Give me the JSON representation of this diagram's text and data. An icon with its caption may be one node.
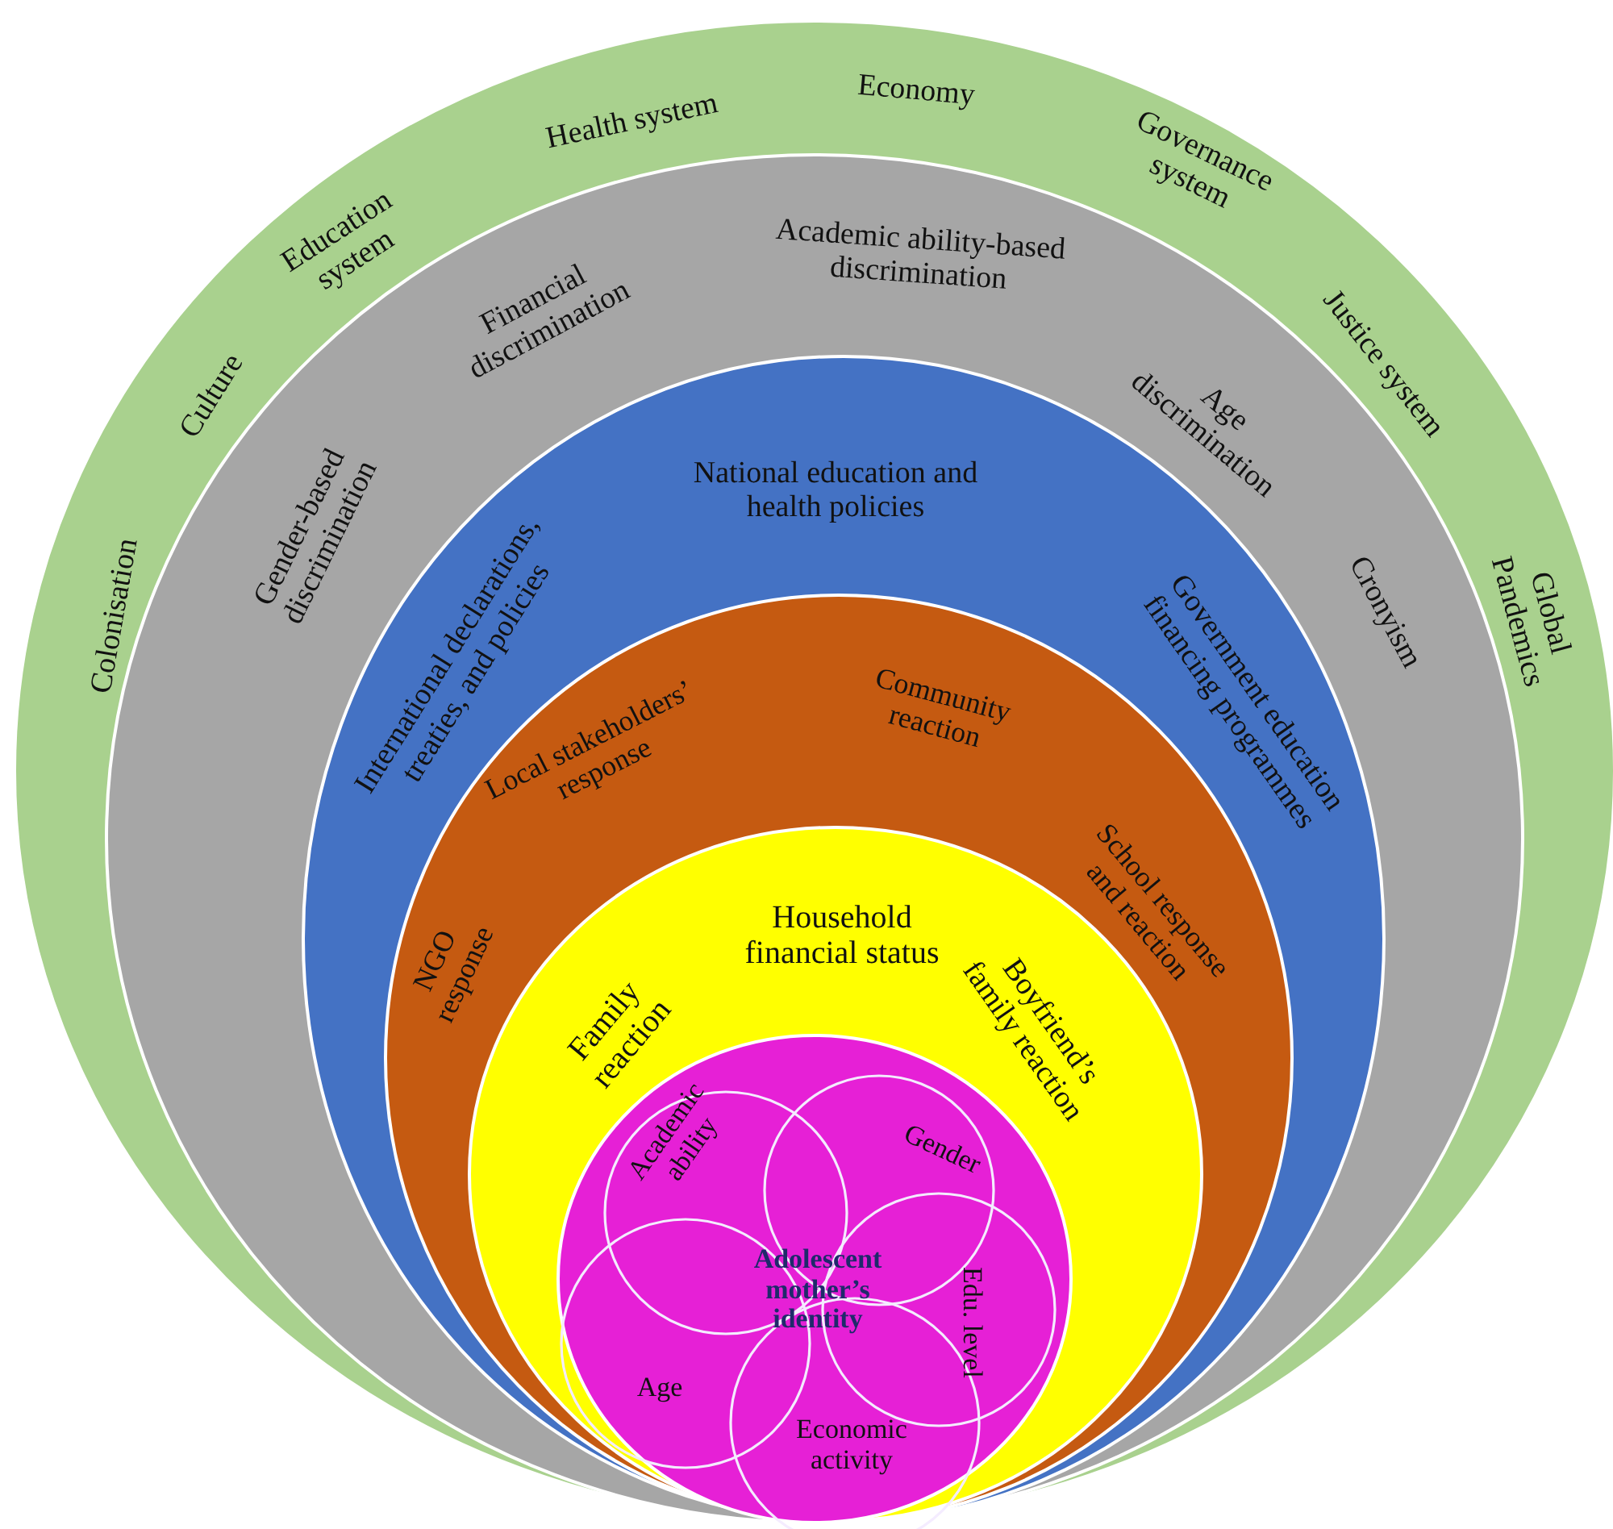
{
  "diagram": {
    "nodes": [
      {
        "text": [
          "Colonisation",
          "Culture",
          "Education system",
          "Health system",
          "Economy",
          "Governance system",
          "Justice system",
          "Global Pandemics"
        ]
      },
      {
        "text": [
          "Gender-based discrimination",
          "Financial discrimination",
          "Academic ability-based discrimination",
          "Age discrimination",
          "Cronyism"
        ],
        "in": 0
      },
      {
        "text": [
          "National education and health policies",
          "International declarations, treaties, and policies",
          "Government education financing programmes"
        ],
        "in": 1
      },
      {
        "text": [
          "Local stakeholders’ response",
          "Community reaction",
          "School response and reaction",
          "NGO response"
        ],
        "in": 2
      },
      {
        "text": [
          "Household financial status",
          "Family reaction",
          "Boyfriend’s family reaction"
        ],
        "in": 3
      },
      {
        "text": [
          "Adolescent mother’s identity"
        ],
        "in": 4
      },
      {
        "text": [
          "Academic ability"
        ],
        "in": 5
      },
      {
        "text": [
          "Gender"
        ],
        "in": 5
      },
      {
        "text": [
          "Edu. level"
        ],
        "in": 5
      },
      {
        "text": [
          "Age"
        ],
        "in": 5
      },
      {
        "text": [
          "Economic activity"
        ],
        "in": 5
      }
    ]
  }
}
